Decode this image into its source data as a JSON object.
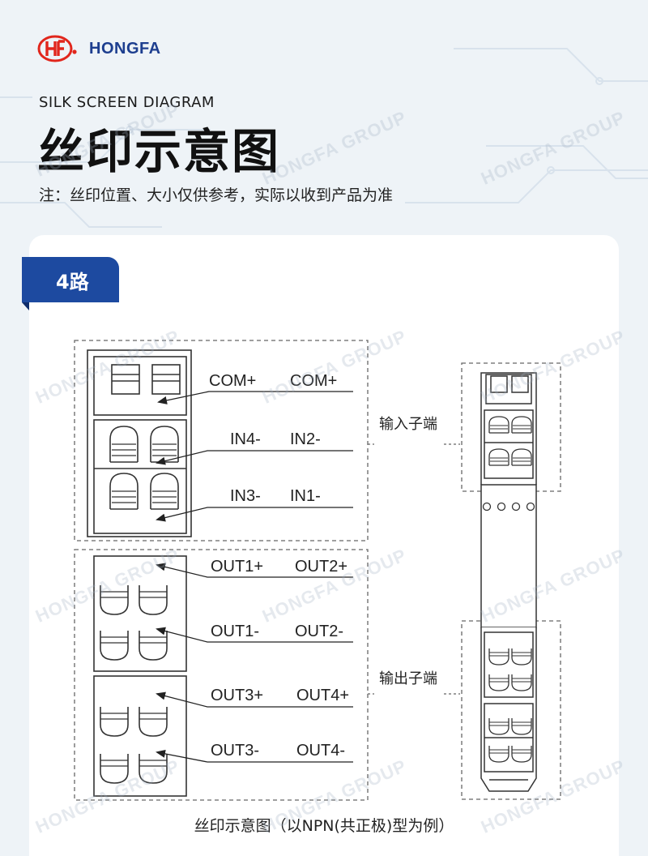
{
  "header": {
    "logo_text": "HONGFA",
    "subtitle": "SILK SCREEN DIAGRAM",
    "title": "丝印示意图",
    "note": "注：丝印位置、大小仅供参考，实际以收到产品为准"
  },
  "section": {
    "tag": "4路"
  },
  "diagram": {
    "labels": {
      "com_left": "COM+",
      "com_right": "COM+",
      "in4": "IN4-",
      "in2": "IN2-",
      "in3": "IN3-",
      "in1": "IN1-",
      "out1p": "OUT1+",
      "out2p": "OUT2+",
      "out1m": "OUT1-",
      "out2m": "OUT2-",
      "out3p": "OUT3+",
      "out4p": "OUT4+",
      "out3m": "OUT3-",
      "out4m": "OUT4-",
      "input_terminal": "输入子端",
      "output_terminal": "输出子端"
    },
    "caption": "丝印示意图（以NPN(共正极)型为例）"
  },
  "watermark": "HONGFA GROUP",
  "colors": {
    "brand_blue": "#1d4aa0",
    "brand_red": "#e1261c",
    "background": "#eef3f7"
  }
}
